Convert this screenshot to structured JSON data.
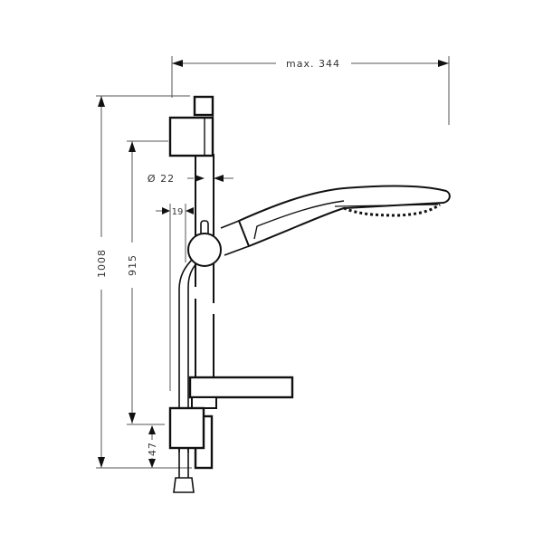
{
  "drawing": {
    "title": "Shower rail set dimension drawing",
    "units": "mm",
    "dimensions": {
      "width_max": "max. 344",
      "total_height": "1008",
      "rail_length": "915",
      "rail_diameter": "Ø 22",
      "wall_offset": "19",
      "bottom_offset": "47"
    },
    "components": [
      "wall-bracket-top",
      "slide-rail",
      "hand-shower",
      "slider-joint",
      "shower-hose",
      "soap-dish",
      "wall-bracket-bottom",
      "hose-connector"
    ],
    "colors": {
      "line": "#111111",
      "dimension_line": "#555555",
      "background": "#ffffff"
    }
  }
}
